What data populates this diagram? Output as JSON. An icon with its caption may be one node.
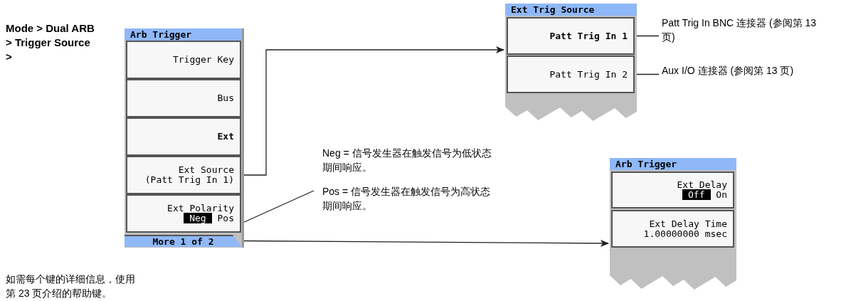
{
  "diagram": {
    "nodes": [
      {
        "text": [
          "Arb Trigger"
        ]
      },
      {
        "text": [
          "Trigger Key"
        ],
        "in": 0
      },
      {
        "text": [
          "Bus"
        ],
        "in": 0
      },
      {
        "text": [
          "Ext"
        ],
        "in": 0
      },
      {
        "text": [
          "Ext Source",
          "(Patt Trig In 1)"
        ],
        "in": 0
      },
      {
        "text": [
          "Ext Polarity",
          "Neg",
          "Pos"
        ],
        "in": 0
      },
      {
        "text": [
          "More 1 of 2"
        ],
        "in": 0
      },
      {
        "text": [
          "Ext Trig Source"
        ]
      },
      {
        "text": [
          "Patt Trig In 1"
        ],
        "in": 7
      },
      {
        "text": [
          "Patt Trig In 2"
        ],
        "in": 7
      },
      {
        "text": [
          "Arb Trigger"
        ]
      },
      {
        "text": [
          "Ext Delay",
          "Off",
          "On"
        ],
        "in": 10
      },
      {
        "text": [
          "Ext Delay Time",
          "1.00000000 msec"
        ],
        "in": 10
      },
      {
        "text": [
          "Patt Trig In BNC 连接器 (参阅第 13 页)"
        ]
      },
      {
        "text": [
          "Aux I/O 连接器 (参阅第 13 页)"
        ]
      },
      {
        "text": [
          "Neg = 信号发生器在触发信号为低状态期间响应。",
          "Pos = 信号发生器在触发信号为高状态期间响应。"
        ]
      }
    ],
    "edges": [
      {
        "from": 4,
        "to": 7,
        "arrow": "to"
      },
      {
        "from": 5,
        "to": 15,
        "arrow": "none"
      },
      {
        "from": 6,
        "to": 10,
        "arrow": "to"
      },
      {
        "from": 8,
        "to": 13,
        "arrow": "none"
      },
      {
        "from": 9,
        "to": 14,
        "arrow": "none"
      }
    ],
    "labels": [
      "Mode > Dual ARB > Trigger Source >",
      "如需每个键的详细信息，使用第 23 页介绍的帮助键。"
    ]
  }
}
